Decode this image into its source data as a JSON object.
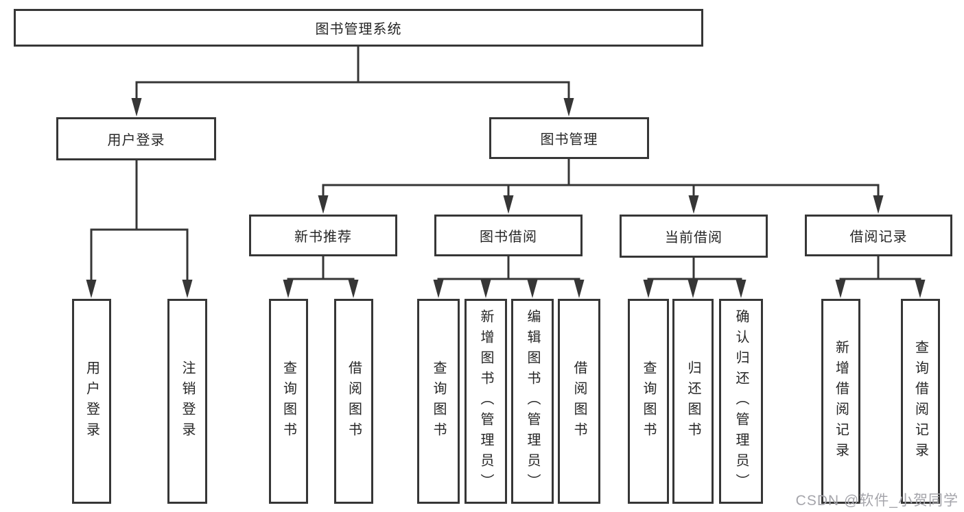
{
  "tree": {
    "root": {
      "label": "图书管理系统"
    },
    "user_login": {
      "label": "用户登录",
      "children": [
        {
          "label": "用户登录"
        },
        {
          "label": "注销登录"
        }
      ]
    },
    "book_management": {
      "label": "图书管理",
      "children": {
        "new_book_recommend": {
          "label": "新书推荐",
          "children": [
            {
              "label": "查询图书"
            },
            {
              "label": "借阅图书"
            }
          ]
        },
        "book_borrow": {
          "label": "图书借阅",
          "children": [
            {
              "label": "查询图书"
            },
            {
              "label": "新增图书（管理员）"
            },
            {
              "label": "编辑图书（管理员）"
            },
            {
              "label": "借阅图书"
            }
          ]
        },
        "current_borrow": {
          "label": "当前借阅",
          "children": [
            {
              "label": "查询图书"
            },
            {
              "label": "归还图书"
            },
            {
              "label": "确认归还（管理员）"
            }
          ]
        },
        "borrow_records": {
          "label": "借阅记录",
          "children": [
            {
              "label": "新增借阅记录"
            },
            {
              "label": "查询借阅记录"
            }
          ]
        }
      }
    }
  },
  "watermark": {
    "text": "CSDN @软件_小贺同学"
  },
  "colors": {
    "line": "#363636",
    "box_border": "#363636",
    "text": "#262626",
    "watermark": "#a5a5ab",
    "background": "#ffffff"
  }
}
